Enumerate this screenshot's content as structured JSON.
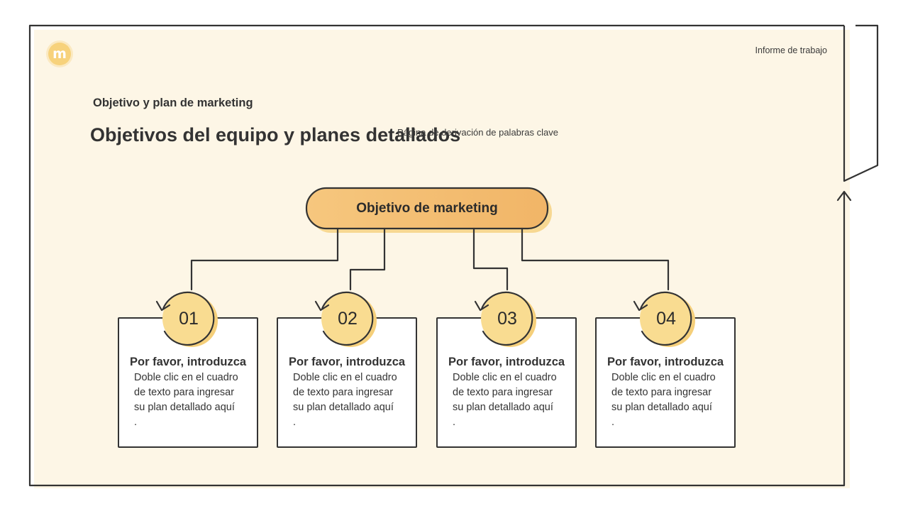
{
  "header": {
    "logo_letter": "m",
    "report_label": "Informe de trabajo"
  },
  "slide": {
    "section_label": "Objetivo y plan de marketing",
    "title": "Objetivos del equipo y planes detallados",
    "subtitle": "Página de derivación de palabras clave"
  },
  "diagram": {
    "root_label": "Objetivo de marketing",
    "cards": [
      {
        "number": "01",
        "title": "Por favor, introduzca",
        "body_lines": [
          "Doble clic en el cuadro",
          "de texto para ingresar",
          "su plan detallado aquí",
          "."
        ]
      },
      {
        "number": "02",
        "title": "Por favor, introduzca",
        "body_lines": [
          "Doble clic en el cuadro",
          "de texto para ingresar",
          "su plan detallado aquí",
          "."
        ]
      },
      {
        "number": "03",
        "title": "Por favor, introduzca",
        "body_lines": [
          "Doble clic en el cuadro",
          "de texto para ingresar",
          "su plan detallado aquí",
          "."
        ]
      },
      {
        "number": "04",
        "title": "Por favor, introduzca",
        "body_lines": [
          "Doble clic en el cuadro",
          "de texto para ingresar",
          "su plan detallado aquí",
          "."
        ]
      }
    ]
  },
  "colors": {
    "background_panel": "#fdf6e6",
    "accent_orange": "#f3b86a",
    "accent_yellow": "#f7d57f",
    "outline": "#333333"
  }
}
